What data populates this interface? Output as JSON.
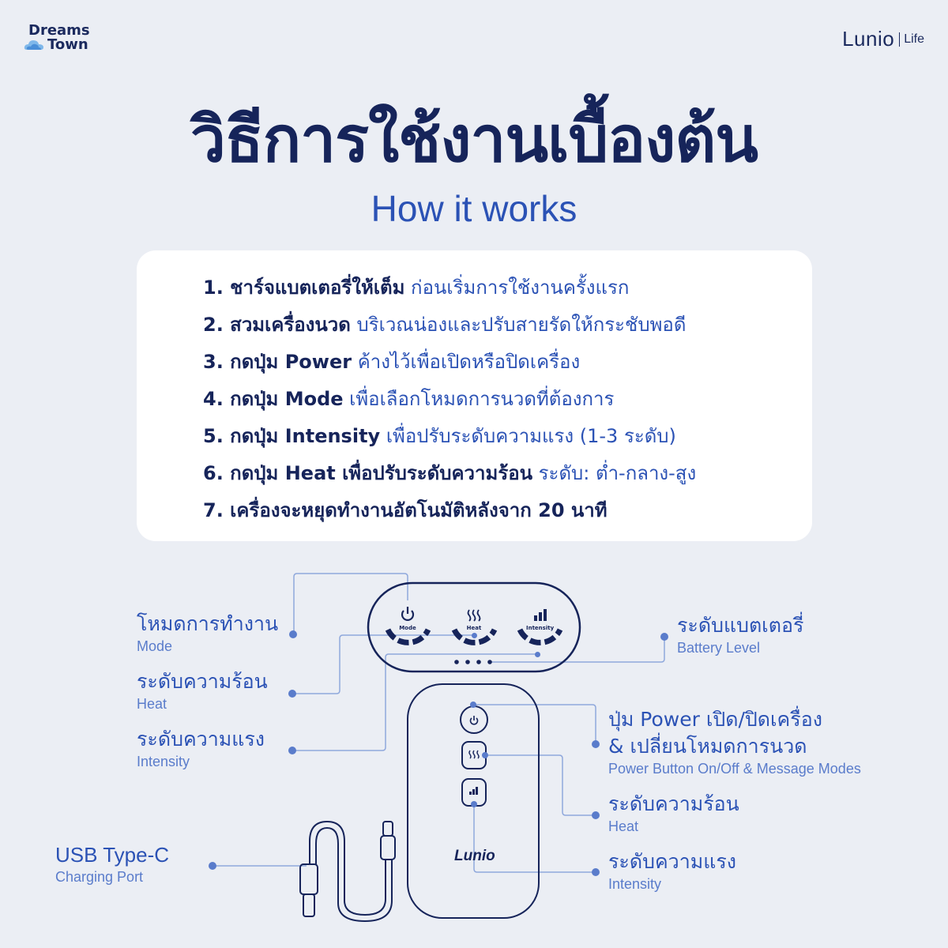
{
  "header": {
    "left_logo_line1": "Dreams",
    "left_logo_line2": "Town",
    "right_logo_brand": "Lunio",
    "right_logo_sub": "Life"
  },
  "title_thai": "วิธีการใช้งานเบื้องต้น",
  "title_english": "How it works",
  "steps": [
    {
      "bold": "1. ชาร์จแบตเตอรี่ให้เต็ม",
      "rest": " ก่อนเริ่มการใช้งานครั้งแรก"
    },
    {
      "bold": "2. สวมเครื่องนวด",
      "rest": " บริเวณน่องและปรับสายรัดให้กระชับพอดี"
    },
    {
      "bold": "3. กดปุ่ม Power",
      "rest": " ค้างไว้เพื่อเปิดหรือปิดเครื่อง"
    },
    {
      "bold": "4. กดปุ่ม Mode",
      "rest": " เพื่อเลือกโหมดการนวดที่ต้องการ"
    },
    {
      "bold": "5. กดปุ่ม Intensity",
      "rest": " เพื่อปรับระดับความแรง (1-3 ระดับ)"
    },
    {
      "bold": "6. กดปุ่ม Heat เพื่อปรับระดับความร้อน",
      "rest": " ระดับ: ต่ำ-กลาง-สูง"
    },
    {
      "bold": "7. เครื่องจะหยุดทำงานอัตโนมัติหลังจาก 20 นาที",
      "rest": ""
    }
  ],
  "panel": {
    "mode_label": "Mode",
    "heat_label": "Heat",
    "intensity_label": "Intensity"
  },
  "device": {
    "brand": "Lunio"
  },
  "labels": {
    "mode": {
      "th": "โหมดการทำงาน",
      "en": "Mode"
    },
    "heat_left": {
      "th": "ระดับความร้อน",
      "en": "Heat"
    },
    "intensity_left": {
      "th": "ระดับความแรง",
      "en": "Intensity"
    },
    "usb": {
      "th": "USB Type-C",
      "en": "Charging Port"
    },
    "battery": {
      "th": "ระดับแบตเตอรี่",
      "en": "Battery Level"
    },
    "power": {
      "th1": "ปุ่ม Power เปิด/ปิดเครื่อง",
      "th2": "& เปลี่ยนโหมดการนวด",
      "en": "Power Button On/Off & Message Modes"
    },
    "heat_right": {
      "th": "ระดับความร้อน",
      "en": "Heat"
    },
    "intensity_right": {
      "th": "ระดับความแรง",
      "en": "Intensity"
    }
  },
  "colors": {
    "background": "#ebeef4",
    "navy": "#16245a",
    "blue": "#2b52b5",
    "light_blue": "#5a7ccb",
    "line": "#8fa8dc"
  },
  "icons": [
    "power-icon",
    "heat-icon",
    "signal-bars-icon",
    "usb-cable-icon",
    "cloud-icon"
  ]
}
